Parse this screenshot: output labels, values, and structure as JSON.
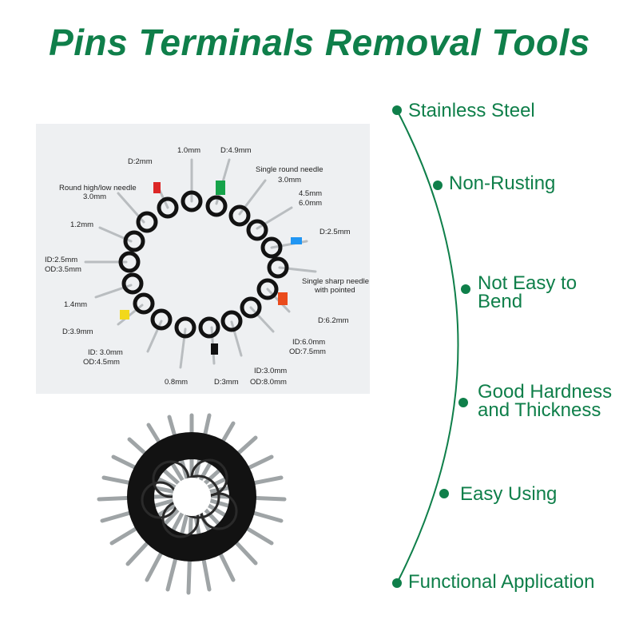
{
  "title": "Pins Terminals Removal Tools",
  "colors": {
    "accent": "#0f7f4a",
    "ring": "#121212",
    "steel": "#b9bdc0",
    "panel": "#eef0f2"
  },
  "features": [
    {
      "line1": "Stainless Steel",
      "line2": ""
    },
    {
      "line1": "Non-Rusting",
      "line2": ""
    },
    {
      "line1": "Not Easy to",
      "line2": "Bend"
    },
    {
      "line1": "Good Hardness",
      "line2": "and Thickness"
    },
    {
      "line1": "Easy Using",
      "line2": ""
    },
    {
      "line1": "Functional Application",
      "line2": ""
    }
  ],
  "diagram_labels": {
    "d2": "D:2mm",
    "w1": "1.0mm",
    "d49": "D:4.9mm",
    "single_round_1": "Single round needle",
    "single_round_2": "3.0mm",
    "round_hl_1": "Round high/low needle",
    "round_hl_2": "3.0mm",
    "w45": "4.5mm",
    "w60": "6.0mm",
    "w12": "1.2mm",
    "d25": "D:2.5mm",
    "id25": "ID:2.5mm",
    "od35": "OD:3.5mm",
    "sharp_1": "Single sharp needle",
    "sharp_2": "with pointed",
    "w14": "1.4mm",
    "d62": "D:6.2mm",
    "d39": "D:3.9mm",
    "id60": "ID:6.0mm",
    "od75": "OD:7.5mm",
    "id30a": "ID: 3.0mm",
    "od45": "OD:4.5mm",
    "id30b": "ID:3.0mm",
    "od80": "OD:8.0mm",
    "w08": "0.8mm",
    "d3": "D:3mm"
  }
}
